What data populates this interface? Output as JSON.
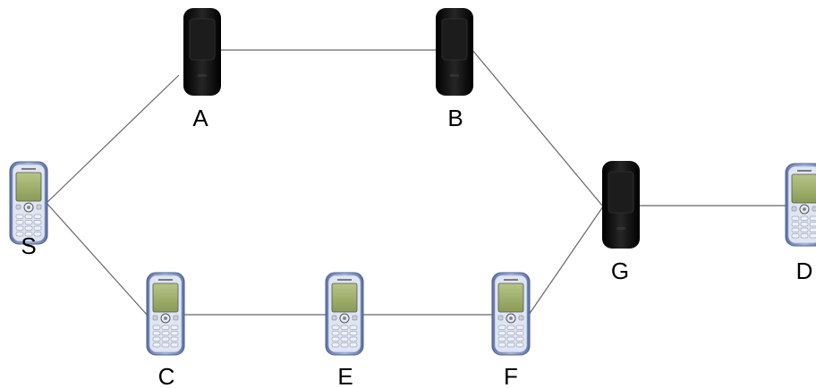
{
  "diagram": {
    "nodes": [
      {
        "id": "S",
        "label": "S",
        "kind": "phone"
      },
      {
        "id": "A",
        "label": "A",
        "kind": "black-device"
      },
      {
        "id": "B",
        "label": "B",
        "kind": "black-device"
      },
      {
        "id": "C",
        "label": "C",
        "kind": "phone"
      },
      {
        "id": "E",
        "label": "E",
        "kind": "phone"
      },
      {
        "id": "F",
        "label": "F",
        "kind": "phone"
      },
      {
        "id": "G",
        "label": "G",
        "kind": "black-device"
      },
      {
        "id": "D",
        "label": "D",
        "kind": "phone"
      }
    ],
    "edges": [
      {
        "from": "S",
        "to": "A"
      },
      {
        "from": "A",
        "to": "B"
      },
      {
        "from": "B",
        "to": "G"
      },
      {
        "from": "S",
        "to": "C"
      },
      {
        "from": "C",
        "to": "E"
      },
      {
        "from": "E",
        "to": "F"
      },
      {
        "from": "F",
        "to": "G"
      },
      {
        "from": "G",
        "to": "D"
      }
    ],
    "colors": {
      "edge": "#666666",
      "device_body": "#0d0d0d",
      "phone_body": "#7f93c0",
      "phone_screen": "#9cae6a"
    }
  }
}
